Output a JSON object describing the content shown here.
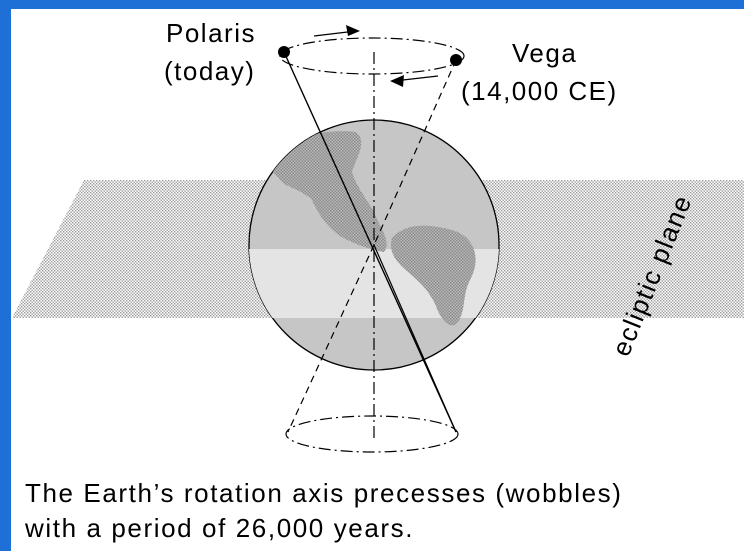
{
  "labels": {
    "polaris_name": "Polaris",
    "polaris_time": "(today)",
    "vega_name": "Vega",
    "vega_time": "(14,000 CE)",
    "plane": "ecliptic plane"
  },
  "caption": {
    "line1": "The Earth’s rotation axis precesses (wobbles)",
    "line2": "with a period of 26,000 years."
  },
  "colors": {
    "frame": "#1e6fd6",
    "background": "#ffffff",
    "ocean": "#c8c8c8",
    "land": "#808080",
    "plane": "#dcdcdc"
  }
}
